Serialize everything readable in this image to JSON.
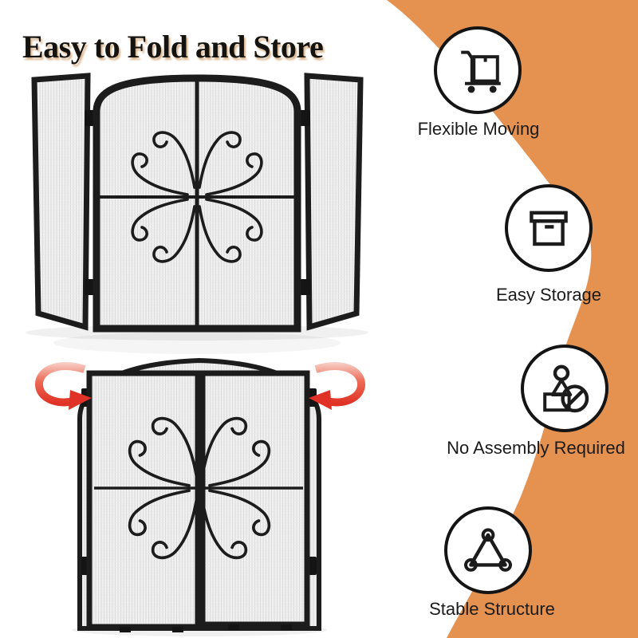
{
  "title": "Easy to Fold and Store",
  "features": [
    {
      "label": "Flexible Moving",
      "icon": "hand-truck-icon"
    },
    {
      "label": "Easy Storage",
      "icon": "storage-box-icon"
    },
    {
      "label": "No Assembly Required",
      "icon": "no-assembly-icon"
    },
    {
      "label": "Stable Structure",
      "icon": "stable-structure-icon"
    }
  ],
  "colors": {
    "accent_orange": "#E5914F",
    "arrow_red": "#E03226",
    "frame_black": "#1C1C1C",
    "title_shadow": "#D9B48C",
    "mesh_gray": "#F1F1F1"
  }
}
